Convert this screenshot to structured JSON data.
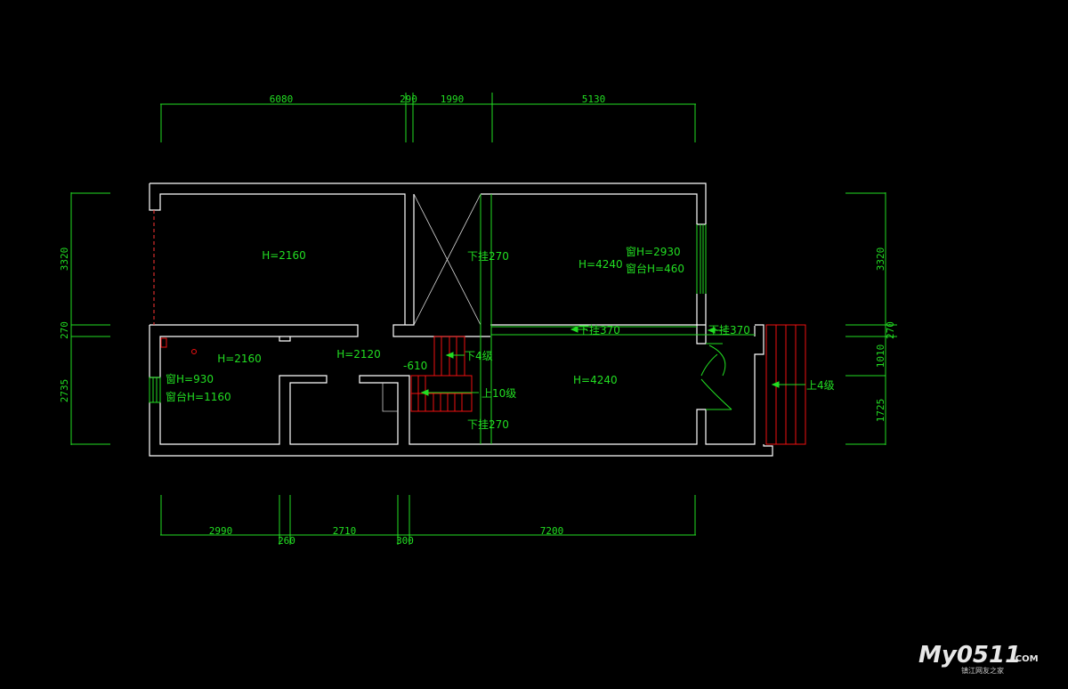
{
  "dimensions": {
    "top": [
      "6080",
      "290",
      "1990",
      "5130"
    ],
    "bottom": [
      "2990",
      "260",
      "2710",
      "300",
      "7200"
    ],
    "left": [
      "3320",
      "270",
      "2735"
    ],
    "right": [
      "3320",
      "270",
      "1010",
      "1725"
    ]
  },
  "labels": {
    "upper_left_room_height": "H=2160",
    "lower_left_room_height": "H=2160",
    "lower_left_window_height": "窗H=930",
    "lower_left_sill_height": "窗台H=1160",
    "corridor_height": "H=2120",
    "upper_right_room_height": "H=4240",
    "upper_right_window_height": "窗H=2930",
    "upper_right_sill_height": "窗台H=460",
    "lower_right_room_height": "H=4240",
    "void_drop": "下挂270",
    "stair_drop_bottom": "下挂270",
    "beam_drop_middle": "下挂370",
    "beam_drop_right": "下挂370",
    "step_level": "-610",
    "stair_down": "下4级",
    "stair_up": "上10级",
    "outside_stair_up": "上4级"
  },
  "watermark": {
    "brand": "My0511",
    "suffix": ".COM",
    "subtitle": "镇江网友之家"
  },
  "colors": {
    "background": "#000000",
    "walls": "#ffffff",
    "dimension_lines": "#22dd22",
    "stairs": "#ee1111"
  }
}
